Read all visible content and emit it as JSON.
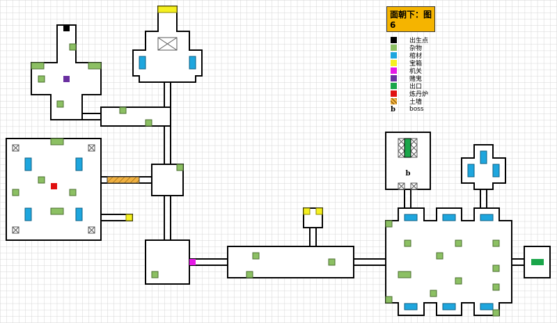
{
  "title": "面朝下：图6",
  "legend": [
    {
      "label": "出生点",
      "color": "#000000"
    },
    {
      "label": "杂物",
      "color": "#8cc063"
    },
    {
      "label": "棺材",
      "color": "#1ea6de"
    },
    {
      "label": "宝箱",
      "color": "#f5f020"
    },
    {
      "label": "机关",
      "color": "#e619e6"
    },
    {
      "label": "赌鬼",
      "color": "#6a2fa0"
    },
    {
      "label": "出口",
      "color": "#1aa64a"
    },
    {
      "label": "炼丹炉",
      "color": "#e01010"
    },
    {
      "label": "土墙",
      "color": "#f0b040"
    },
    {
      "label": "boss",
      "symbol": "b"
    }
  ],
  "boss_marker": "b"
}
